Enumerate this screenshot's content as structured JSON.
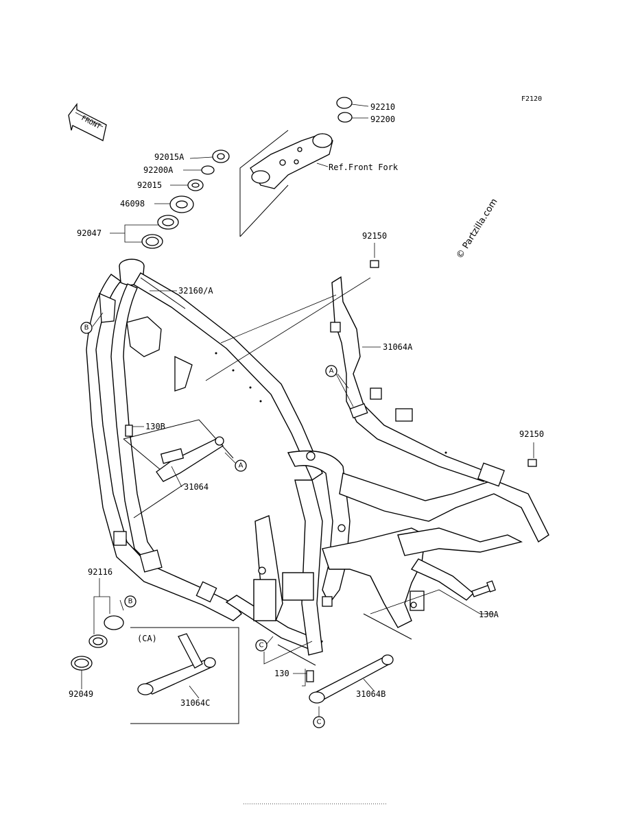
{
  "diagram_code": "F2120",
  "watermark": "© Partzilla.com",
  "front_arrow": "FRONT",
  "ref_label": "Ref.Front Fork",
  "variant_label": "(CA)",
  "footer_text": "",
  "parts": {
    "p92210": "92210",
    "p92200": "92200",
    "p92015A": "92015A",
    "p92200A": "92200A",
    "p92015": "92015",
    "p46098": "46098",
    "p92047": "92047",
    "p32160A": "32160/A",
    "p92150_top": "92150",
    "p31064A": "31064A",
    "p130B": "130B",
    "p31064": "31064",
    "p92150_right": "92150",
    "p92116": "92116",
    "p92049": "92049",
    "p31064C": "31064C",
    "p130": "130",
    "p31064B": "31064B",
    "p130A": "130A"
  },
  "callouts": {
    "a1": "A",
    "a2": "A",
    "b1": "B",
    "b2": "B",
    "c1": "C",
    "c2": "C"
  }
}
